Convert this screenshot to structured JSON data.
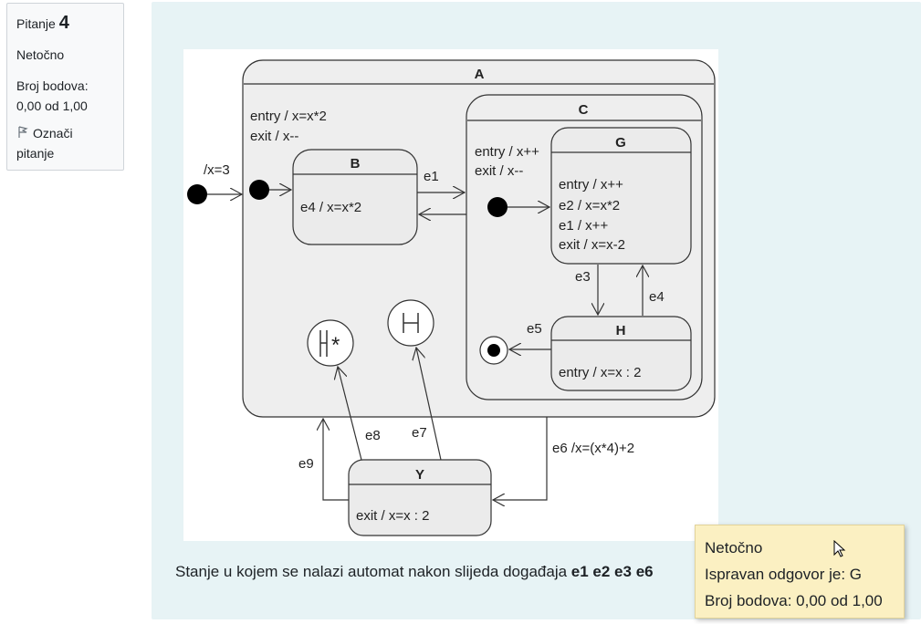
{
  "question_info": {
    "label": "Pitanje",
    "number": "4",
    "status": "Netočno",
    "points_label": "Broj bodova:",
    "points_value": "0,00 od 1,00",
    "flag_label": "Označi",
    "flag_label2": "pitanje"
  },
  "diagram": {
    "state_A": "A",
    "A_entry": "entry / x=x*2",
    "A_exit": "exit / x--",
    "initial_transition": "/x=3",
    "state_B": "B",
    "B_internal": "e4 / x=x*2",
    "e1": "e1",
    "state_C": "C",
    "C_entry": "entry / x++",
    "C_exit": "exit / x--",
    "state_G": "G",
    "G_entry": "entry / x++",
    "G_e2": "e2 / x=x*2",
    "G_e1": "e1 / x++",
    "G_exit": "exit / x=x-2",
    "e3": "e3",
    "e4": "e4",
    "e5": "e5",
    "state_H": "H",
    "H_entry": "entry / x=x : 2",
    "deep_history": "H*",
    "shallow_history": "H",
    "e6": "e6 /x=(x*4)+2",
    "e7": "e7",
    "e8": "e8",
    "e9": "e9",
    "state_Y": "Y",
    "Y_exit": "exit / x=x : 2"
  },
  "question": {
    "text": "Stanje u kojem se nalazi automat nakon slijeda događaja ",
    "events": "e1 e2 e3 e6"
  },
  "feedback": {
    "status": "Netočno",
    "correct_answer": "Ispravan odgovor je: G",
    "points": "Broj bodova: 0,00 od 1,00"
  }
}
